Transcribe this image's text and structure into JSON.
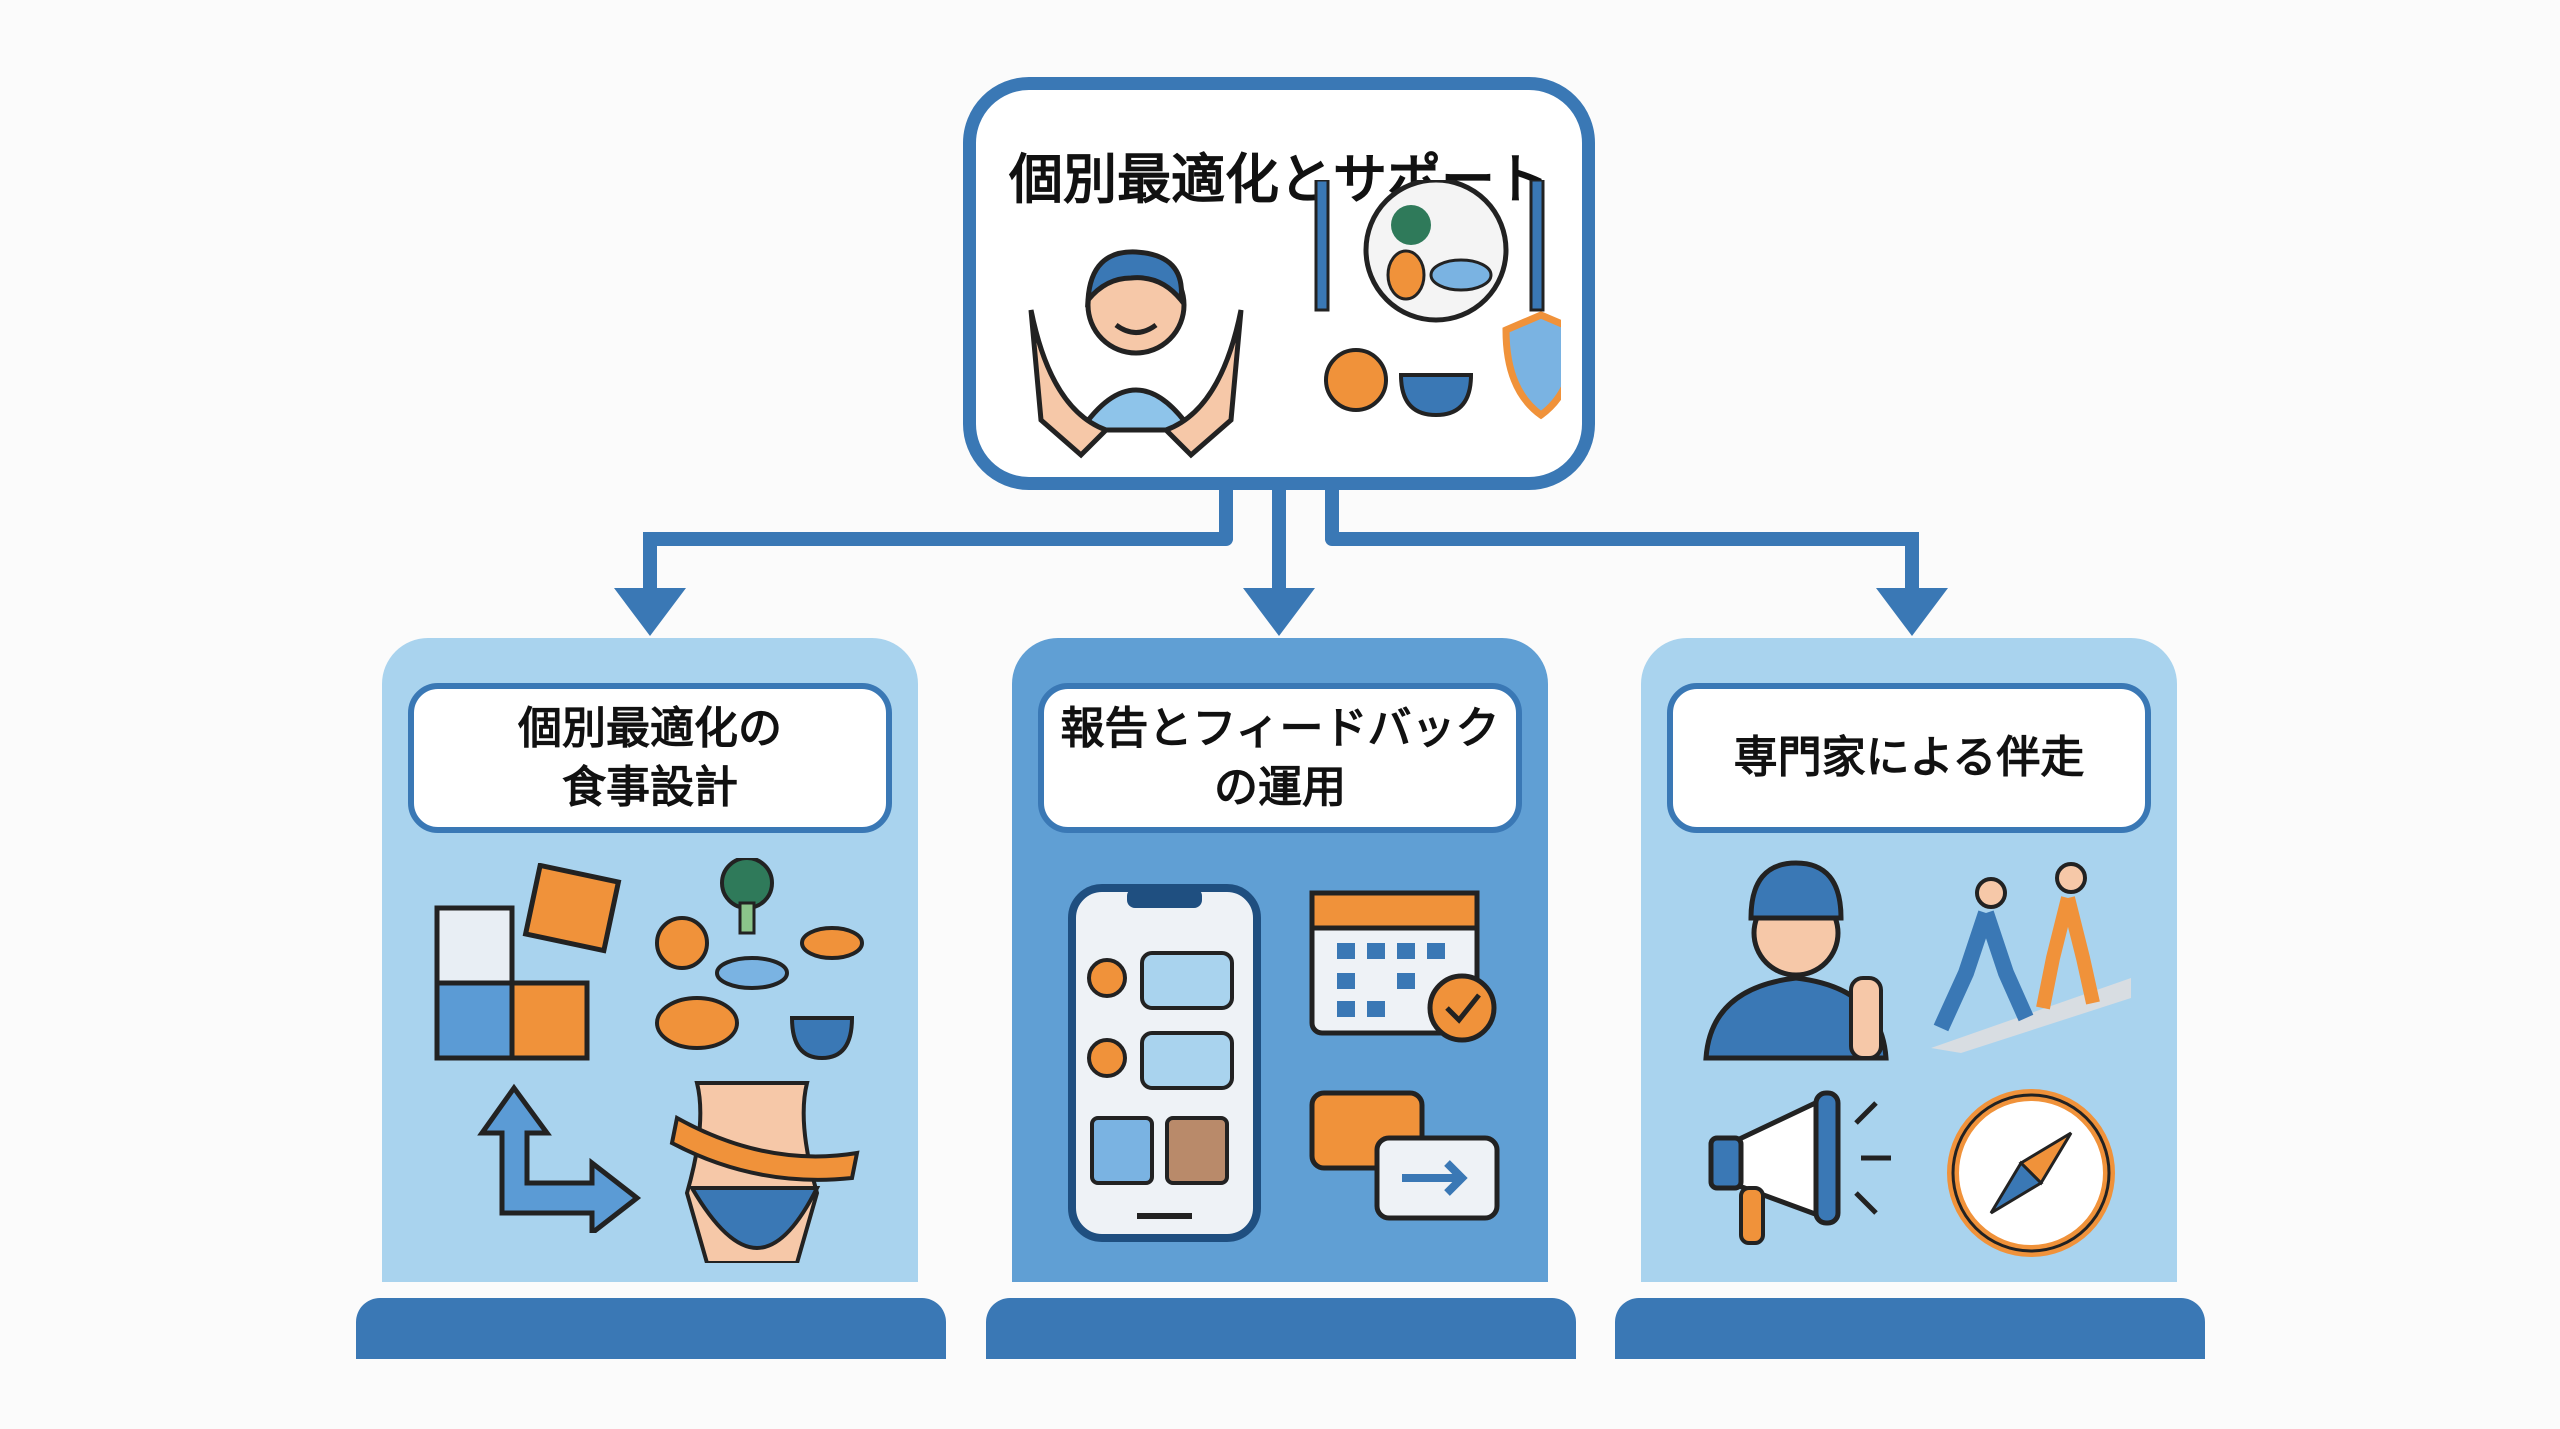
{
  "top": {
    "title": "個別最適化とサポート",
    "icons": [
      "caring-hands-person-icon",
      "fork-icon",
      "plate-with-food-icon",
      "knife-icon",
      "apple-icon",
      "rice-bowl-icon",
      "shield-check-icon"
    ]
  },
  "panels": [
    {
      "title_lines": [
        "個別最適化の",
        "食事設計"
      ],
      "icons": [
        "puzzle-icon",
        "food-variety-icon",
        "direction-arrow-icon",
        "waist-measure-icon"
      ]
    },
    {
      "title_lines": [
        "報告とフィードバック",
        "の運用"
      ],
      "icons": [
        "smartphone-chat-icon",
        "calendar-check-icon",
        "exchange-arrows-icon"
      ]
    },
    {
      "title_lines": [
        "専門家による伴走"
      ],
      "icons": [
        "coach-icon",
        "walking-people-icon",
        "megaphone-icon",
        "compass-icon"
      ]
    }
  ],
  "colors": {
    "primary": "#3a78b5",
    "light_panel": "#a9d3ee",
    "mid_panel": "#609fd4",
    "accent": "#f0923a"
  }
}
